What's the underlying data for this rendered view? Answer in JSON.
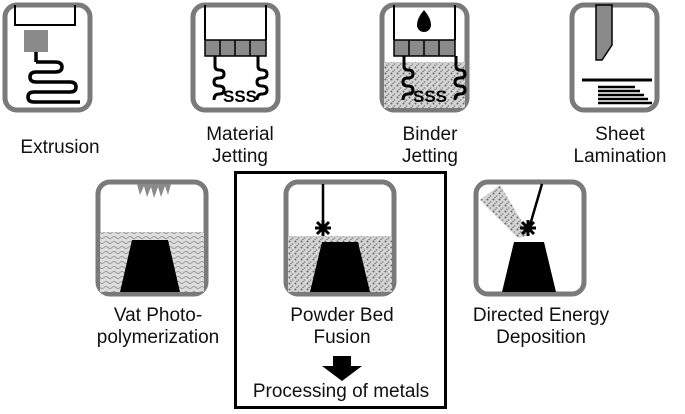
{
  "processes": [
    {
      "key": "extrusion",
      "line1": "Extrusion",
      "line2": ""
    },
    {
      "key": "material-jetting",
      "line1": "Material",
      "line2": "Jetting"
    },
    {
      "key": "binder-jetting",
      "line1": "Binder",
      "line2": "Jetting"
    },
    {
      "key": "sheet-lamination",
      "line1": "Sheet",
      "line2": "Lamination"
    },
    {
      "key": "vat-photopolymerization",
      "line1": "Vat Photo-",
      "line2": "polymerization"
    },
    {
      "key": "powder-bed-fusion",
      "line1": "Powder Bed",
      "line2": "Fusion"
    },
    {
      "key": "directed-energy-deposition",
      "line1": "Directed Energy",
      "line2": "Deposition"
    }
  ],
  "highlight": {
    "process": "powder-bed-fusion",
    "note": "Processing of metals"
  },
  "colors": {
    "frame": "#7a7a7a",
    "ink": "#000000",
    "block": "#8a8a8a",
    "powder": "#bdbdbd"
  },
  "icons": [
    "extrusion-icon",
    "material-jetting-icon",
    "binder-jetting-icon",
    "sheet-lamination-icon",
    "vat-photopolymerization-icon",
    "powder-bed-fusion-icon",
    "directed-energy-deposition-icon"
  ]
}
